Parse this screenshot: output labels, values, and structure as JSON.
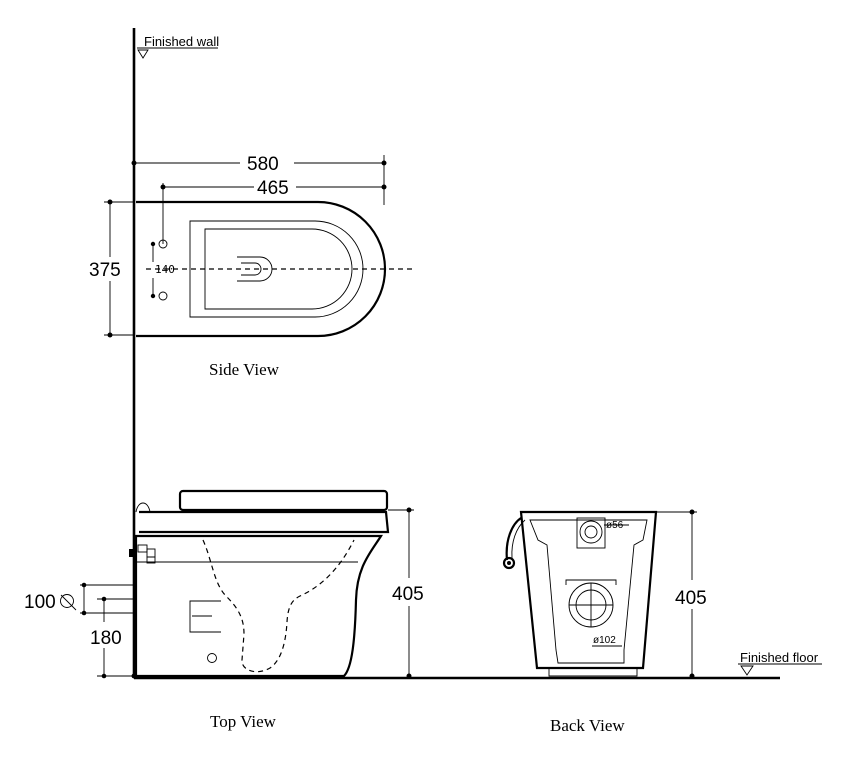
{
  "references": {
    "finished_wall": "Finished wall",
    "finished_floor": "Finished floor"
  },
  "side_view": {
    "label": "Side View",
    "dim_overall_length": "580",
    "dim_bowl_length": "465",
    "dim_width": "375",
    "dim_bolt_spacing": "140"
  },
  "top_view": {
    "label": "Top View",
    "dim_height": "405",
    "dim_outlet_diameter": "100",
    "dim_outlet_height": "180"
  },
  "back_view": {
    "label": "Back View",
    "dim_height": "405",
    "dim_inlet_diameter": "56",
    "dim_outlet_diameter": "102",
    "diameter_symbol": "ø"
  }
}
